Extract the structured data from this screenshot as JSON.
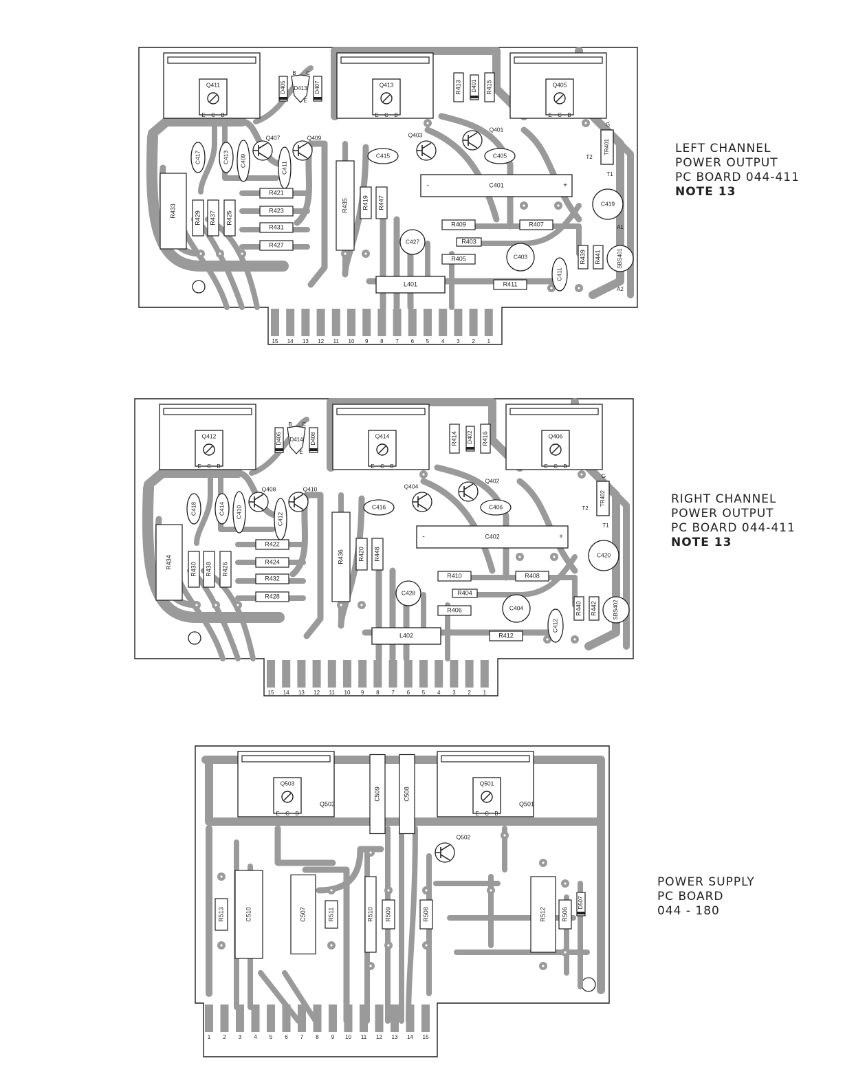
{
  "colors": {
    "trace": "#9a9a9a",
    "board": "#ffffff",
    "ink": "#1e1e1e"
  },
  "boards": [
    {
      "caption": [
        "LEFT CHANNEL",
        "POWER OUTPUT",
        "PC BOARD 044-411"
      ],
      "note": "NOTE 13",
      "pins": [
        "15",
        "14",
        "13",
        "12",
        "11",
        "10",
        "9",
        "8",
        "7",
        "6",
        "5",
        "4",
        "3",
        "2",
        "1"
      ],
      "transistors": [
        "Q411",
        "Q413",
        "Q405"
      ],
      "pin_letters": [
        "E",
        "C",
        "B"
      ],
      "resistors": [
        "R433",
        "R429",
        "R437",
        "R425",
        "R421",
        "R423",
        "R431",
        "R427",
        "R435",
        "R419",
        "R447",
        "R409",
        "R403",
        "R405",
        "R407",
        "R411",
        "R413",
        "R415",
        "R439",
        "R441"
      ],
      "capacitors": [
        "C417",
        "C413",
        "C409",
        "C411",
        "C415",
        "C405",
        "C401",
        "C419",
        "C427",
        "C403",
        "C411"
      ],
      "small_transistors": [
        "Q407",
        "Q409",
        "Q403",
        "Q401"
      ],
      "diodes": [
        "D405",
        "D413",
        "D407",
        "D401"
      ],
      "diode_pin_letters": [
        "B",
        "C",
        "E"
      ],
      "inductor": "L401",
      "thermal": "TR401",
      "scs": "SBS401",
      "misc_labels": [
        "G",
        "T2",
        "T1",
        "A1",
        "A2",
        "-",
        "+"
      ]
    },
    {
      "caption": [
        "RIGHT CHANNEL",
        "POWER OUTPUT",
        "PC BOARD 044-411"
      ],
      "note": "NOTE 13",
      "pins": [
        "15",
        "14",
        "13",
        "12",
        "11",
        "10",
        "9",
        "8",
        "7",
        "6",
        "5",
        "4",
        "3",
        "2",
        "1"
      ],
      "transistors": [
        "Q412",
        "Q414",
        "Q406"
      ],
      "pin_letters": [
        "E",
        "C",
        "B"
      ],
      "resistors": [
        "R434",
        "R430",
        "R438",
        "R426",
        "R422",
        "R424",
        "R432",
        "R428",
        "R436",
        "R420",
        "R448",
        "R410",
        "R404",
        "R406",
        "R408",
        "R412",
        "R414",
        "R416",
        "R440",
        "R442"
      ],
      "capacitors": [
        "C418",
        "C414",
        "C410",
        "C412",
        "C416",
        "C406",
        "C402",
        "C420",
        "C428",
        "C404",
        "C412"
      ],
      "small_transistors": [
        "Q408",
        "Q410",
        "Q404",
        "Q402"
      ],
      "diodes": [
        "D406",
        "D414",
        "D408",
        "D402"
      ],
      "diode_pin_letters": [
        "B",
        "C",
        "E"
      ],
      "inductor": "L402",
      "thermal": "TR402",
      "scs": "SBS402",
      "misc_labels": [
        "G",
        "T2",
        "T1",
        "-",
        "+"
      ]
    },
    {
      "caption": [
        "POWER SUPPLY",
        "PC BOARD",
        "044 - 180"
      ],
      "pins": [
        "1",
        "2",
        "3",
        "4",
        "5",
        "6",
        "7",
        "8",
        "9",
        "10",
        "11",
        "12",
        "13",
        "14",
        "15"
      ],
      "transistors": [
        "Q503",
        "Q501"
      ],
      "pin_letters": [
        "E",
        "C",
        "B"
      ],
      "small_transistors": [
        "Q502"
      ],
      "resistors": [
        "R513",
        "R511",
        "R510",
        "R509",
        "R508",
        "R512",
        "R506"
      ],
      "capacitors": [
        "C510",
        "C507",
        "C509",
        "C508"
      ],
      "diodes": [
        "D507"
      ]
    }
  ]
}
